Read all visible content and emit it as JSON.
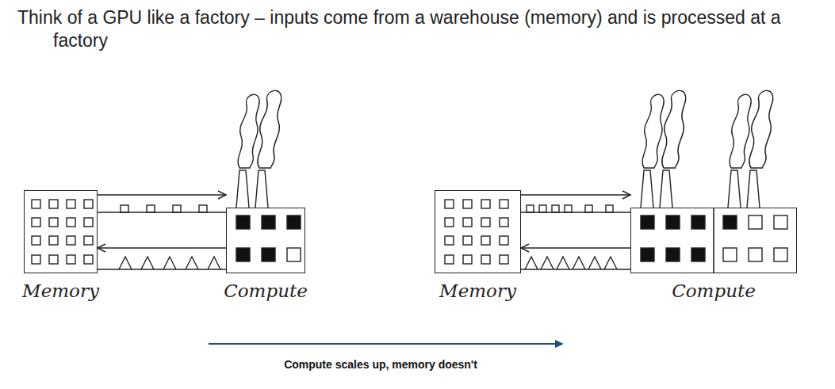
{
  "diagram": {
    "title": "Think of a GPU like a factory – inputs come from a warehouse (memory) and is processed at a factory",
    "nodes": [
      {
        "text": [
          "Memory"
        ]
      },
      {
        "text": [
          "Compute"
        ]
      },
      {
        "text": [
          "Memory"
        ]
      },
      {
        "text": [
          "Compute"
        ]
      }
    ],
    "edges": [
      {
        "from": 0,
        "to": 1,
        "arrow": "to"
      },
      {
        "from": 1,
        "to": 0,
        "arrow": "to"
      },
      {
        "from": 2,
        "to": 3,
        "arrow": "to"
      },
      {
        "from": 3,
        "to": 2,
        "arrow": "to"
      }
    ],
    "labels": [
      "Compute scales up, memory doesn't"
    ]
  }
}
